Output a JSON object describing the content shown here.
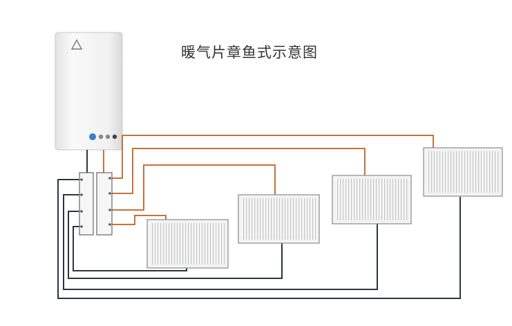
{
  "title": "暖气片章鱼式示意图",
  "colors": {
    "supply_pipe": "#c8703a",
    "return_pipe": "#2c3440",
    "radiator_fill": "#f3f3f3",
    "radiator_fins": "#c9c9c9",
    "boiler_body": "#ececec",
    "manifold": "#f6f6f6"
  },
  "components": {
    "boiler": "wall-mounted-boiler",
    "supply_manifold": "supply-manifold",
    "return_manifold": "return-manifold",
    "radiators": [
      "radiator-1",
      "radiator-2",
      "radiator-3",
      "radiator-4"
    ]
  }
}
